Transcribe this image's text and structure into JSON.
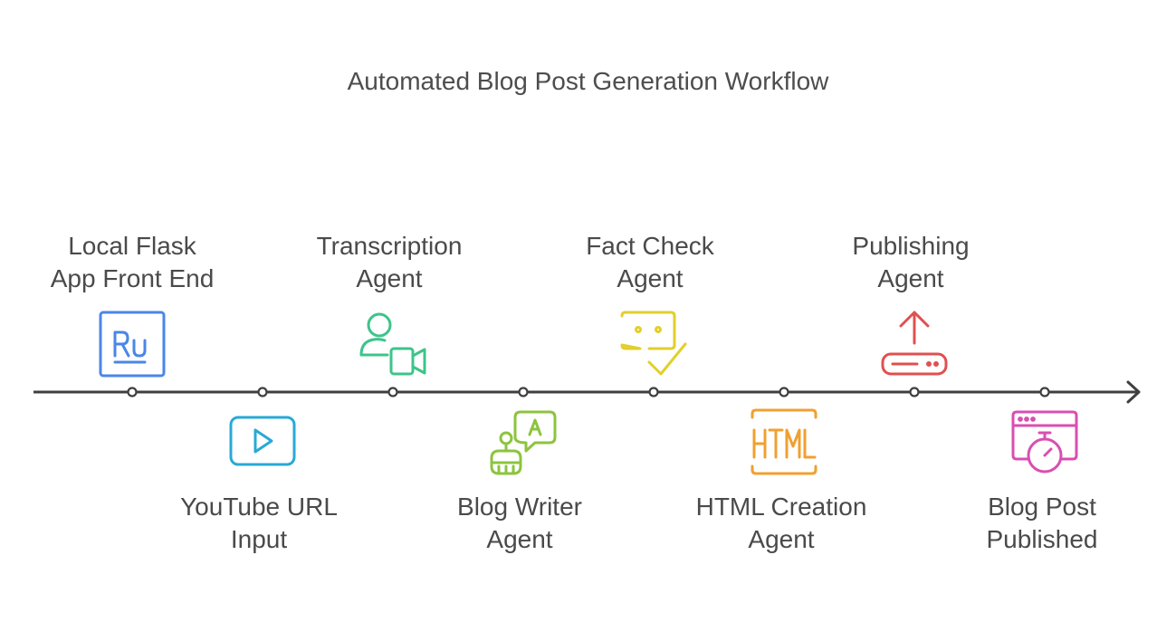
{
  "title": "Automated Blog Post Generation Workflow",
  "steps": [
    {
      "line1": "Local Flask",
      "line2": "App Front End",
      "icon": "adobe-rush-icon",
      "color": "#4a86e8"
    },
    {
      "line1": "YouTube URL",
      "line2": "Input",
      "icon": "play-button-icon",
      "color": "#29a9d6"
    },
    {
      "line1": "Transcription",
      "line2": "Agent",
      "icon": "user-video-icon",
      "color": "#3dc48a"
    },
    {
      "line1": "Blog Writer",
      "line2": "Agent",
      "icon": "robot-chat-icon",
      "color": "#8cc43e"
    },
    {
      "line1": "Fact Check",
      "line2": "Agent",
      "icon": "message-check-icon",
      "color": "#e2cf2a"
    },
    {
      "line1": "HTML Creation",
      "line2": "Agent",
      "icon": "html-document-icon",
      "color": "#f0a030"
    },
    {
      "line1": "Publishing",
      "line2": "Agent",
      "icon": "upload-router-icon",
      "color": "#e0504f"
    },
    {
      "line1": "Blog Post",
      "line2": "Published",
      "icon": "browser-stopwatch-icon",
      "color": "#d94fb0"
    }
  ]
}
